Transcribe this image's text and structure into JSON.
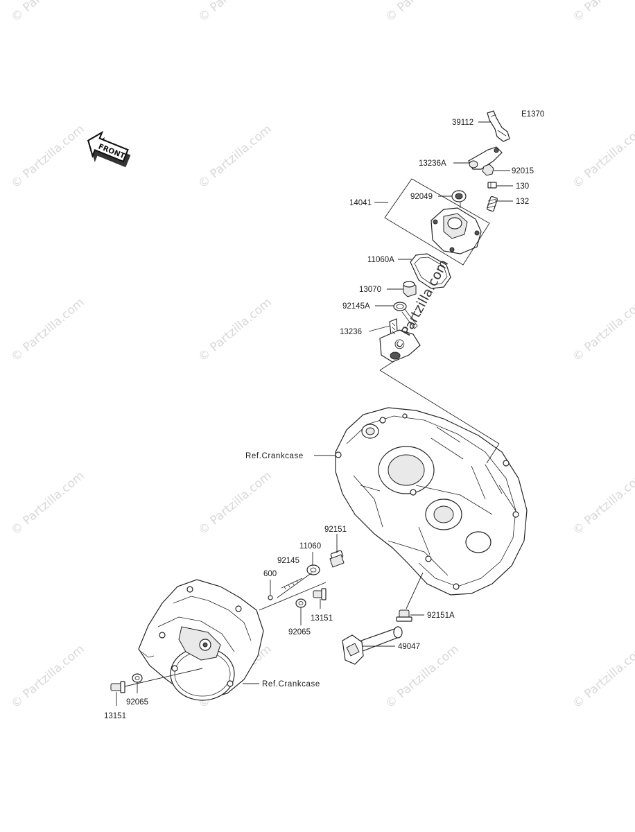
{
  "diagram_code": "E1370",
  "front_badge": "FRONT",
  "watermark_text": "© Partzilla.com",
  "center_watermark": "© Partzilla.com",
  "labels": {
    "p39112": "39112",
    "p13236A": "13236A",
    "p92015": "92015",
    "p92049": "92049",
    "p130": "130",
    "p14041": "14041",
    "p132": "132",
    "p11060A": "11060A",
    "p13070": "13070",
    "p92145A": "92145A",
    "p13236": "13236",
    "ref_crankcase_top": "Ref.Crankcase",
    "p92151": "92151",
    "p11060": "11060",
    "p92145": "92145",
    "p600": "600",
    "p13151_mid": "13151",
    "p92065_mid": "92065",
    "p92151A": "92151A",
    "p49047": "49047",
    "ref_crankcase_bottom": "Ref.Crankcase",
    "p92065_low": "92065",
    "p13151_low": "13151"
  }
}
